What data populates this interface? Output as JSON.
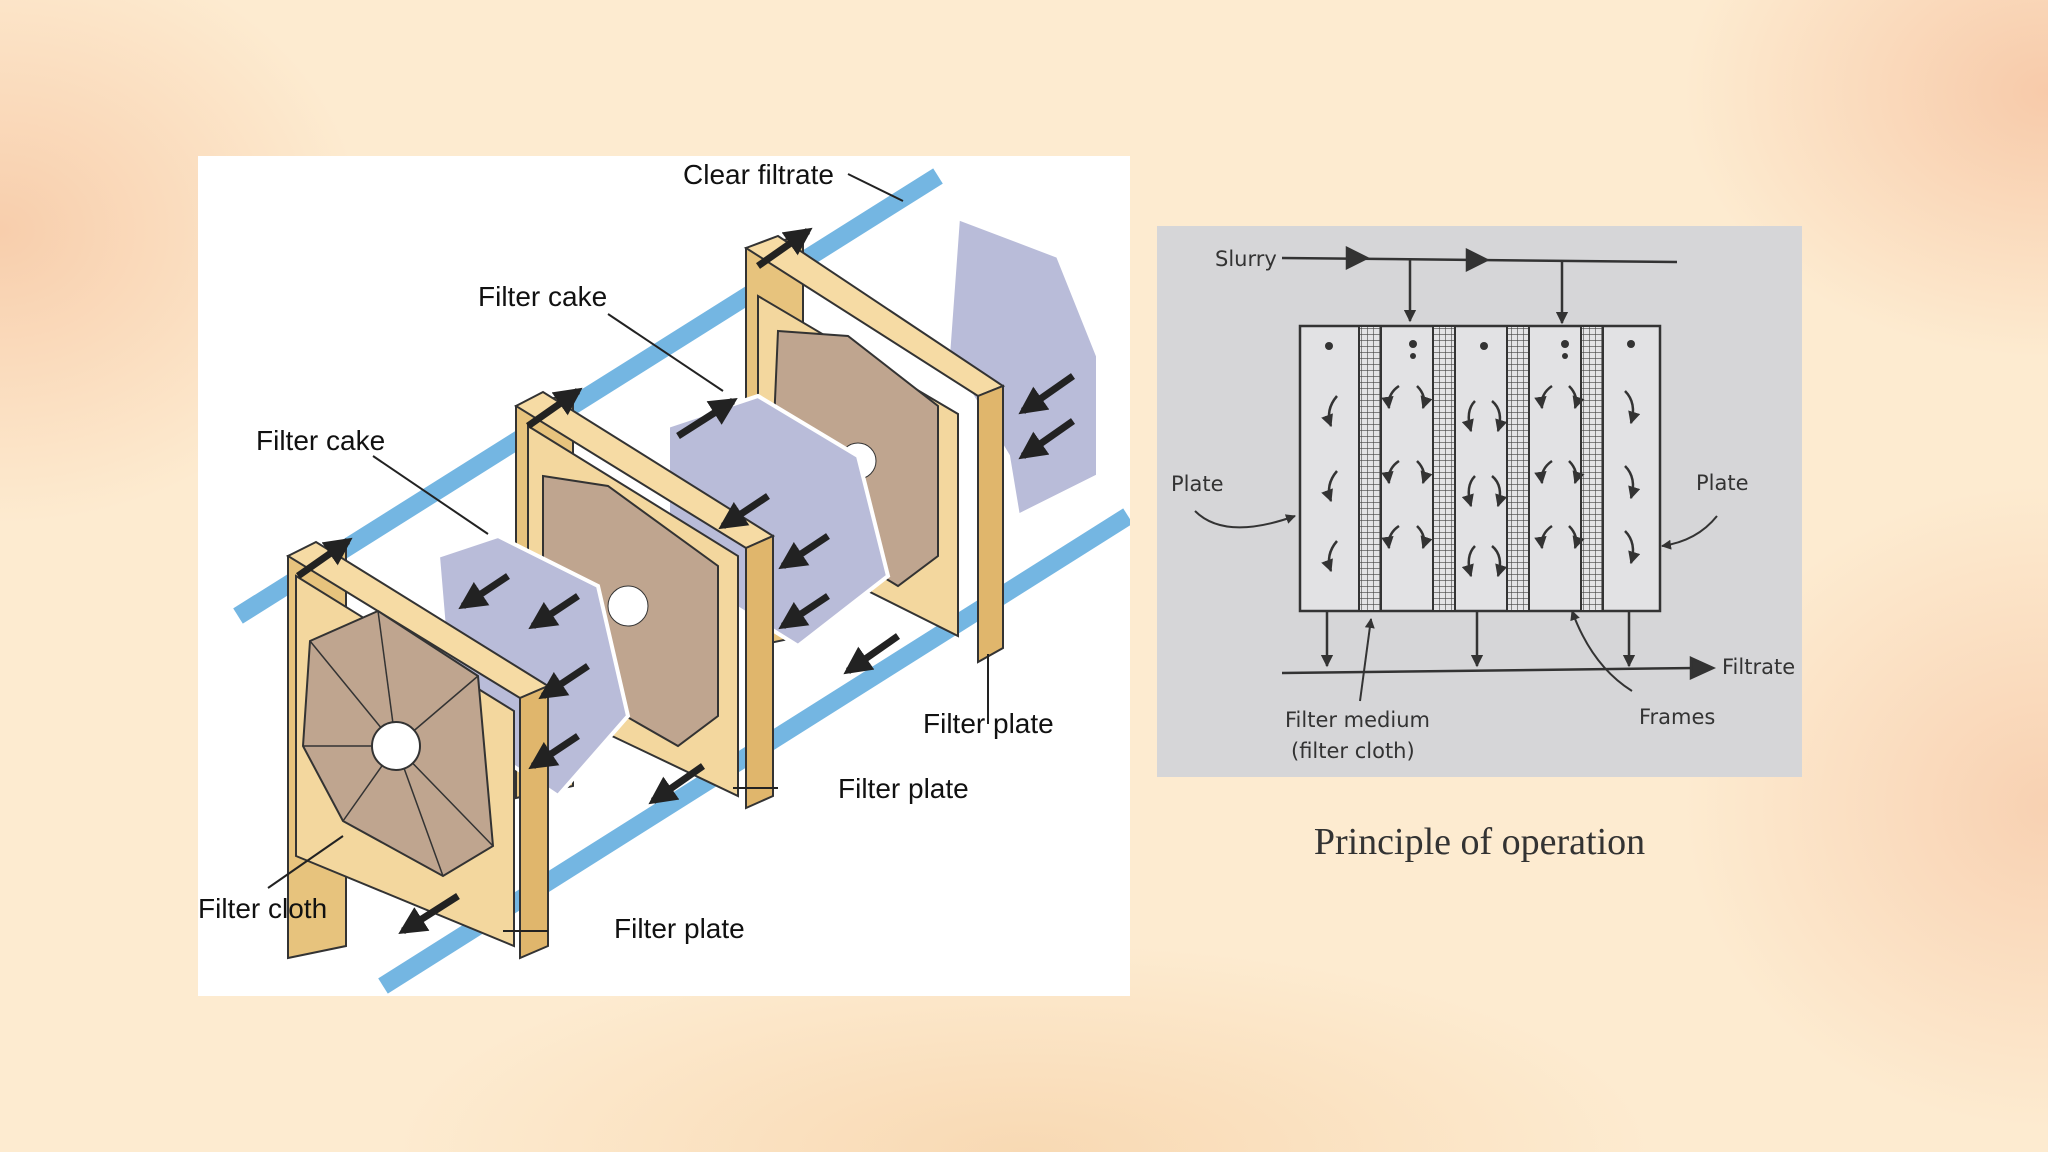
{
  "left_diagram": {
    "labels": {
      "clear_filtrate": "Clear filtrate",
      "filter_cake_top": "Filter cake",
      "filter_cake_left": "Filter cake",
      "filter_cloth": "Filter cloth",
      "filter_plate_bottom": "Filter plate",
      "filter_plate_middle": "Filter plate",
      "filter_plate_right": "Filter plate"
    },
    "colors": {
      "pipe": "#74b6e2",
      "frame": "#f3d79e",
      "frame_side": "#e7c37d",
      "cloth": "#bfa58f",
      "cake": "#b9bcd9",
      "arrow": "#222222"
    }
  },
  "right_diagram": {
    "labels": {
      "slurry": "Slurry",
      "plate_left": "Plate",
      "plate_right": "Plate",
      "filtrate": "Filtrate",
      "filter_medium_line1": "Filter medium",
      "filter_medium_line2": "(filter cloth)",
      "frames": "Frames"
    },
    "colors": {
      "background": "#d6d6d8",
      "ink": "#333333"
    }
  },
  "caption": "Principle of operation"
}
